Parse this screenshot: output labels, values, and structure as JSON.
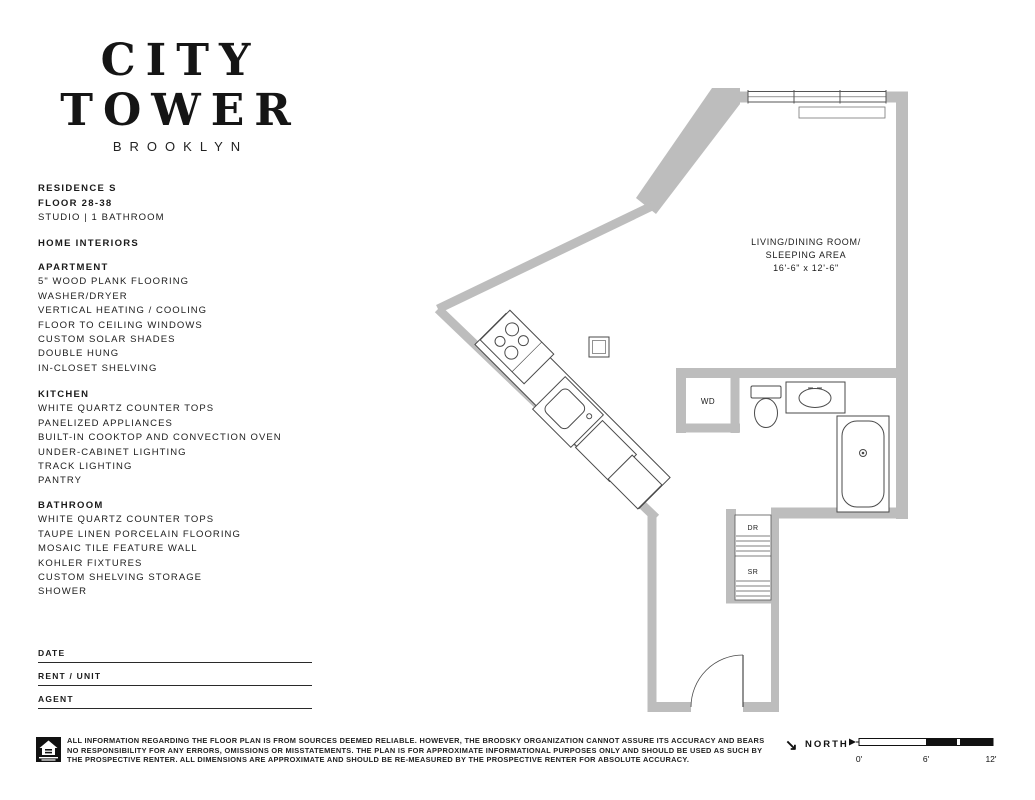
{
  "brand": {
    "line1": "CITY",
    "line2": "TOWER",
    "city": "BROOKLYN"
  },
  "residence": {
    "name": "RESIDENCE S",
    "floor": "FLOOR 28-38",
    "layout": "STUDIO | 1 BATHROOM"
  },
  "home_interiors_title": "HOME INTERIORS",
  "features": {
    "apartment": {
      "title": "APARTMENT",
      "items": [
        "5\" WOOD PLANK FLOORING",
        "WASHER/DRYER",
        "VERTICAL HEATING / COOLING",
        "FLOOR TO CEILING WINDOWS",
        "CUSTOM SOLAR SHADES",
        "DOUBLE HUNG",
        "IN-CLOSET SHELVING"
      ]
    },
    "kitchen": {
      "title": "KITCHEN",
      "items": [
        "WHITE QUARTZ COUNTER TOPS",
        "PANELIZED APPLIANCES",
        "BUILT-IN COOKTOP AND CONVECTION OVEN",
        "UNDER-CABINET LIGHTING",
        "TRACK LIGHTING",
        "PANTRY"
      ]
    },
    "bathroom": {
      "title": "BATHROOM",
      "items": [
        "WHITE QUARTZ COUNTER TOPS",
        "TAUPE LINEN PORCELAIN FLOORING",
        "MOSAIC TILE FEATURE WALL",
        "KOHLER FIXTURES",
        "CUSTOM SHELVING STORAGE",
        "SHOWER"
      ]
    }
  },
  "form": {
    "date": "DATE",
    "rent_unit": "RENT / UNIT",
    "agent": "AGENT"
  },
  "floorplan": {
    "room_label_1": "LIVING/DINING ROOM/",
    "room_label_2": "SLEEPING AREA",
    "room_dims": "16'-6\" x 12'-6\"",
    "wd": "WD",
    "dr": "DR",
    "sr": "SR"
  },
  "footer": {
    "disclaimer": "ALL INFORMATION REGARDING THE FLOOR PLAN IS FROM SOURCES DEEMED RELIABLE. HOWEVER, THE BRODSKY ORGANIZATION CANNOT ASSURE ITS ACCURACY AND BEARS NO RESPONSIBILITY FOR ANY ERRORS, OMISSIONS OR MISSTATEMENTS. THE PLAN IS FOR APPROXIMATE INFORMATIONAL PURPOSES ONLY AND SHOULD BE USED AS SUCH BY THE PROSPECTIVE RENTER. ALL DIMENSIONS ARE APPROXIMATE AND SHOULD BE RE-MEASURED BY THE PROSPECTIVE RENTER FOR ABSOLUTE ACCURACY.",
    "north": "NORTH",
    "scale": {
      "zero": "0'",
      "six": "6'",
      "twelve": "12'"
    }
  },
  "icons": {
    "north_arrow": "↘"
  },
  "colors": {
    "wall": "#bdbdbd",
    "line": "#4a4a4a"
  }
}
